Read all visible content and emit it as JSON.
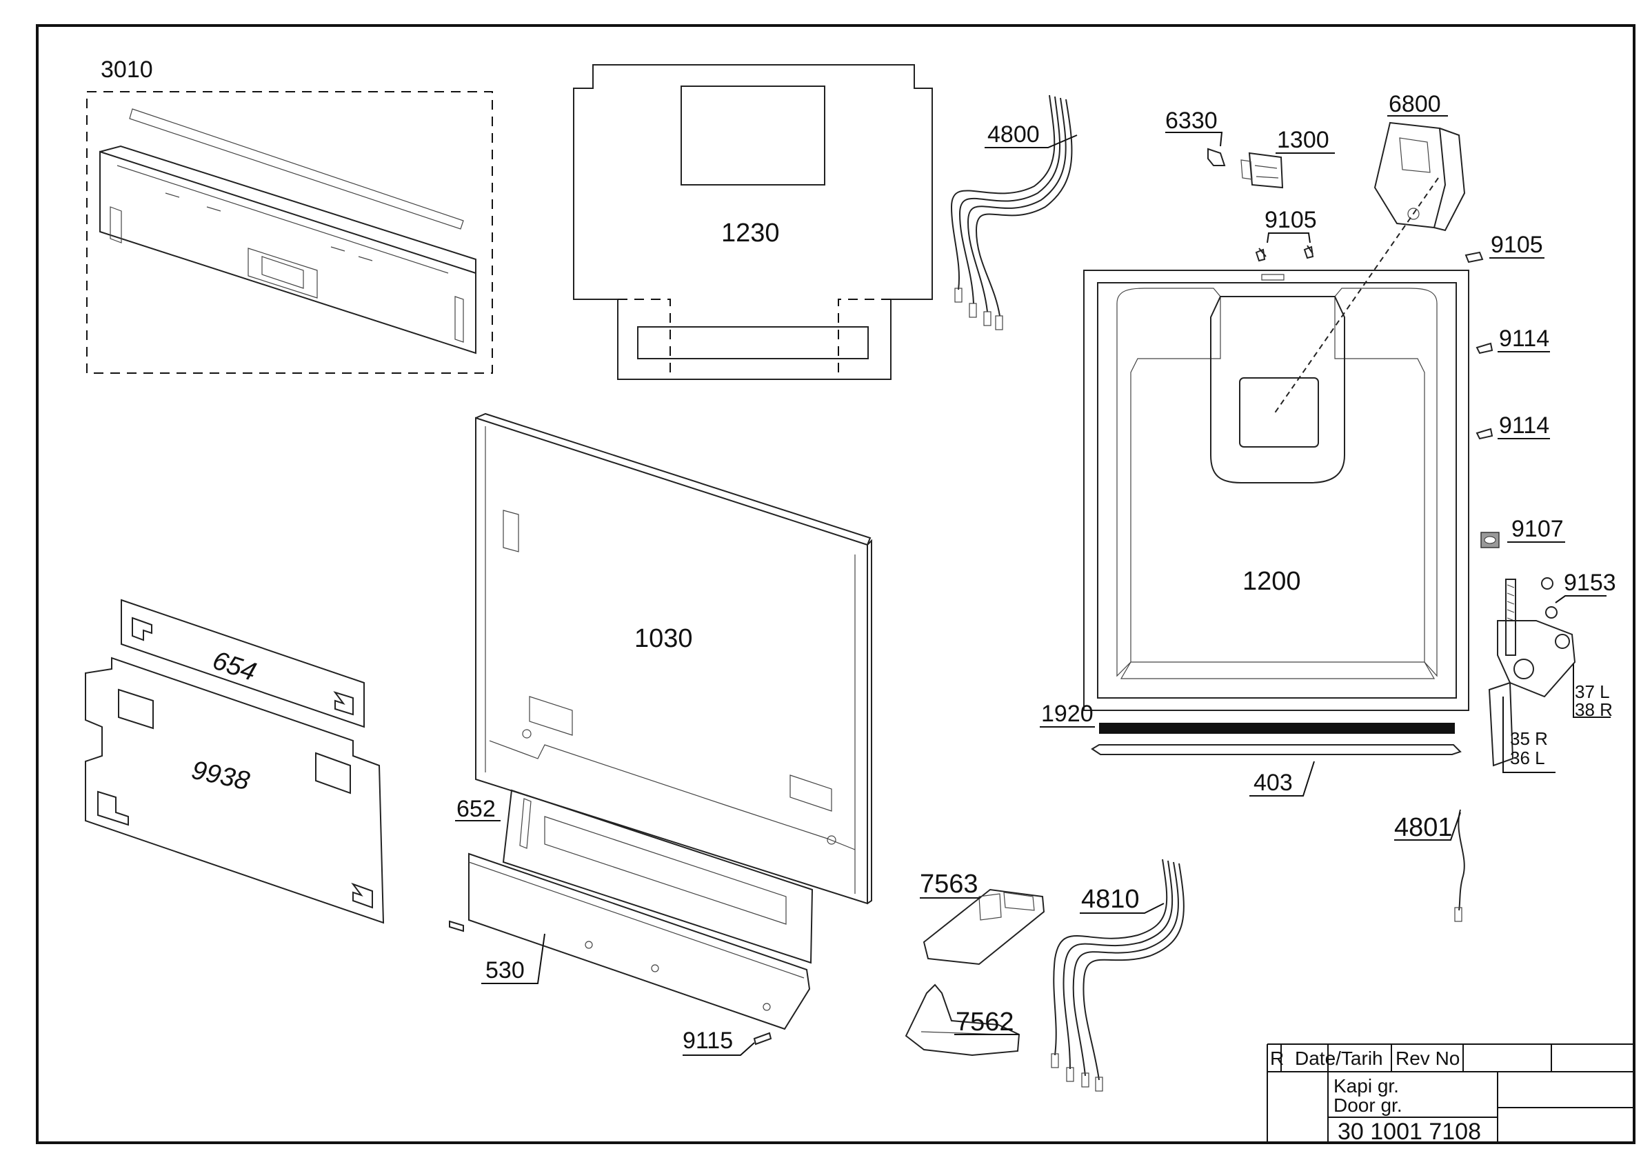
{
  "labels": {
    "p3010": "3010",
    "p1230": "1230",
    "p4800": "4800",
    "p6330": "6330",
    "p1300": "1300",
    "p6800": "6800",
    "p9105a": "9105",
    "p9105b": "9105",
    "p9114a": "9114",
    "p9114b": "9114",
    "p9107": "9107",
    "p9153": "9153",
    "p1200": "1200",
    "p1030": "1030",
    "p654": "654",
    "p9938": "9938",
    "p652": "652",
    "p530": "530",
    "p9115": "9115",
    "p7563": "7563",
    "p7562": "7562",
    "p4810": "4810",
    "p1920": "1920",
    "p403": "403",
    "p4801": "4801",
    "p37L": "37 L",
    "p38R": "38 R",
    "p35R": "35 R",
    "p36L": "36 L"
  },
  "title_block": {
    "r": "R",
    "date": "Date/Tarih",
    "rev": "Rev No",
    "name_tr": "Kapi gr.",
    "name_en": "Door gr.",
    "number": "30 1001 7108"
  }
}
